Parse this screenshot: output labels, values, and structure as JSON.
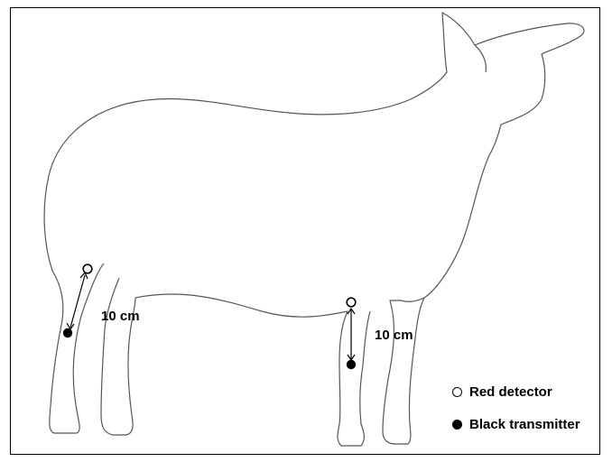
{
  "measurements": {
    "rear_leg_distance": "10 cm",
    "front_leg_distance": "10 cm"
  },
  "legend": {
    "detector_label": "Red detector",
    "transmitter_label": "Black transmitter",
    "detector_icon": "open-circle",
    "transmitter_icon": "filled-circle"
  }
}
